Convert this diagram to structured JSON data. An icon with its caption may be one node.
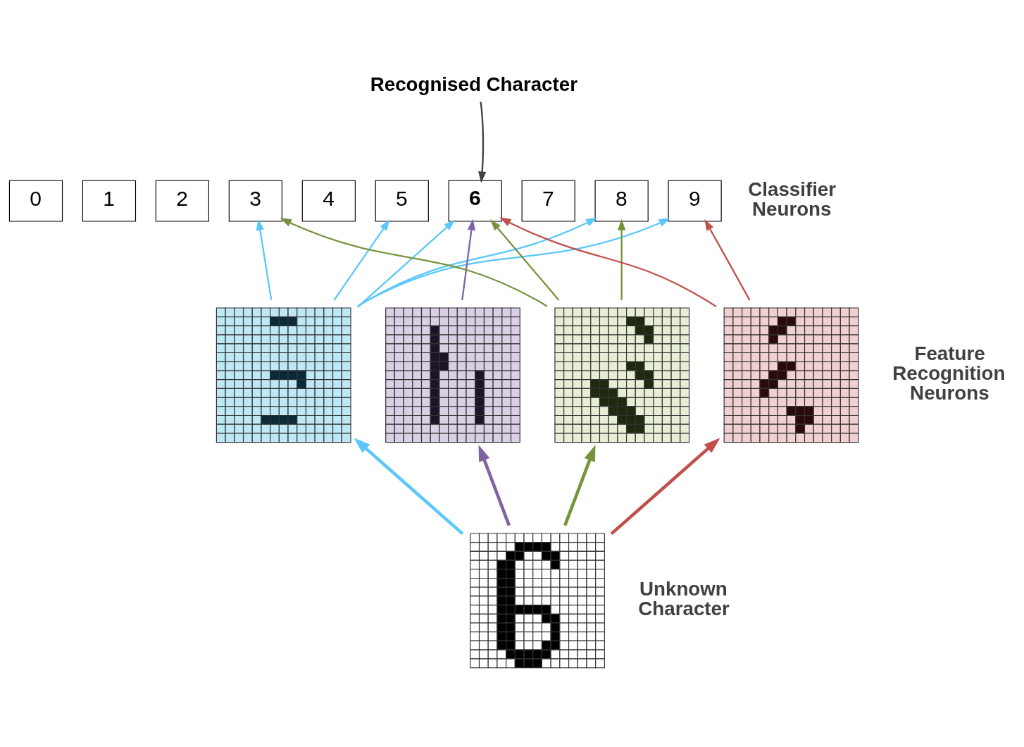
{
  "diagram": {
    "nodes": [
      {
        "text": [
          "0"
        ]
      },
      {
        "text": [
          "1"
        ]
      },
      {
        "text": [
          "2"
        ]
      },
      {
        "text": [
          "3"
        ]
      },
      {
        "text": [
          "4"
        ]
      },
      {
        "text": [
          "5"
        ]
      },
      {
        "text": [
          "6"
        ]
      },
      {
        "text": [
          "7"
        ]
      },
      {
        "text": [
          "8"
        ]
      },
      {
        "text": [
          "9"
        ]
      },
      {
        "text": [],
        "shape": "picture"
      },
      {
        "text": [],
        "shape": "picture"
      },
      {
        "text": [],
        "shape": "picture"
      },
      {
        "text": [],
        "shape": "picture"
      },
      {
        "text": [],
        "shape": "picture"
      },
      {
        "text": [
          "Recognised Character"
        ]
      }
    ],
    "edges": [
      {
        "from": 15,
        "to": 6,
        "arrow": "to",
        "color": "#404040"
      },
      {
        "from": 10,
        "to": 3,
        "arrow": "to"
      },
      {
        "from": 10,
        "to": 5,
        "arrow": "to"
      },
      {
        "from": 10,
        "to": 6,
        "arrow": "to"
      },
      {
        "from": 10,
        "to": 8,
        "arrow": "to"
      },
      {
        "from": 10,
        "to": 9,
        "arrow": "to"
      },
      {
        "from": 11,
        "to": 6,
        "arrow": "to",
        "color": "#8064a2"
      },
      {
        "from": 12,
        "to": 3,
        "arrow": "to",
        "color": "#77933c"
      },
      {
        "from": 12,
        "to": 6,
        "arrow": "to",
        "color": "#77933c"
      },
      {
        "from": 12,
        "to": 8,
        "arrow": "to",
        "color": "#77933c"
      },
      {
        "from": 13,
        "to": 6,
        "arrow": "to",
        "color": "#c0504d"
      },
      {
        "from": 13,
        "to": 9,
        "arrow": "to",
        "color": "#c0504d"
      },
      {
        "from": 14,
        "to": 10,
        "arrow": "to",
        "style": "thick"
      },
      {
        "from": 14,
        "to": 11,
        "arrow": "to",
        "style": "thick",
        "color": "#8064a2"
      },
      {
        "from": 14,
        "to": 12,
        "arrow": "to",
        "style": "thick",
        "color": "#77933c"
      },
      {
        "from": 14,
        "to": 13,
        "arrow": "to",
        "style": "thick",
        "color": "#c0504d"
      }
    ],
    "labels": [
      "Classifier Neurons",
      "Feature Recognition Neurons",
      "Unknown Character"
    ]
  }
}
